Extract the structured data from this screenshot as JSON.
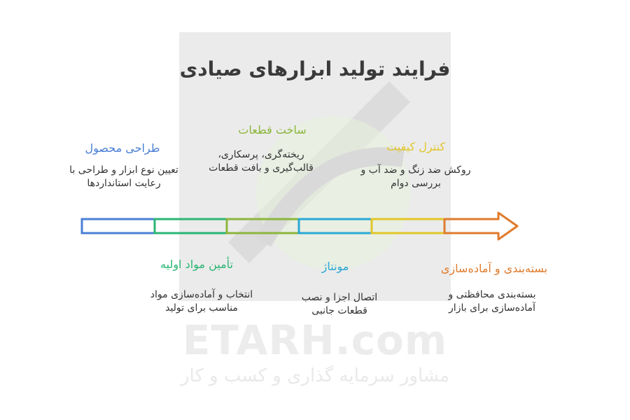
{
  "title": "فرایند تولید ابزارهای صیادی",
  "watermark": {
    "brand": "ETARH.com",
    "tagline": "مشاور سرمایه گذاری و کسب و کار"
  },
  "stages": [
    {
      "title": "طراحی محصول",
      "description": "تعیین نوع ابزار و طراحی با رعایت استانداردها",
      "color": "#4a7fd6"
    },
    {
      "title": "تأمین مواد اولیه",
      "description": "انتخاب و آماده‌سازی مواد مناسب برای تولید",
      "color": "#2bb673"
    },
    {
      "title": "ساخت قطعات",
      "description": "ریخته‌گری، پرسکاری، قالب‌گیری و بافت قطعات",
      "color": "#8cb63c"
    },
    {
      "title": "مونتاژ",
      "description": "اتصال اجزا و نصب قطعات جانبی",
      "color": "#2aa7d6"
    },
    {
      "title": "کنترل کیفیت",
      "description": "روکش ضد زنگ و ضد آب و بررسی دوام",
      "color": "#e2c62a"
    },
    {
      "title": "بسته‌بندی و آماده‌سازی",
      "description": "بسته‌بندی محافظتی و آماده‌سازی برای بازار",
      "color": "#e07b2c"
    }
  ]
}
